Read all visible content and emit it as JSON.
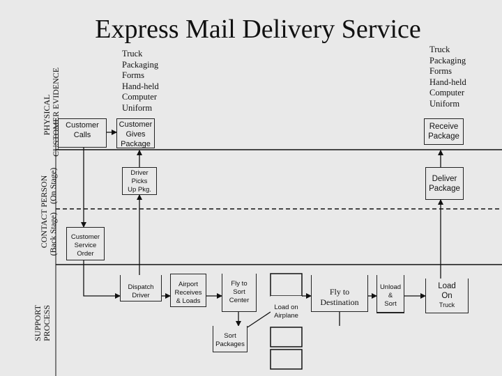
{
  "title": "Express Mail Delivery Service",
  "lanes": {
    "physical_evidence": [
      "PHYSICAL",
      "CUSTOMER",
      "EVIDENCE"
    ],
    "contact_person": [
      "CONTACT PERSON",
      "(On Stage)",
      "(Back Stage)"
    ],
    "support_process": [
      "SUPPORT",
      "PROCESS"
    ]
  },
  "evidence_left": [
    "Truck",
    "Packaging",
    "Forms",
    "Hand-held",
    "Computer",
    "Uniform"
  ],
  "evidence_right": [
    "Truck",
    "Packaging",
    "Forms",
    "Hand-held",
    "Computer",
    "Uniform"
  ],
  "steps": {
    "customer_calls": [
      "Customer",
      "Calls"
    ],
    "customer_gives": [
      "Customer",
      "Gives",
      "Package"
    ],
    "receive_package": [
      "Receive",
      "Package"
    ],
    "driver_picks": [
      "Driver",
      "Picks",
      "Up Pkg."
    ],
    "deliver_package": [
      "Deliver",
      "Package"
    ],
    "customer_service": [
      "Customer",
      "Service",
      "Order"
    ],
    "dispatch_driver": [
      "Dispatch",
      "Driver"
    ],
    "airport_receives": [
      "Airport",
      "Receives",
      "& Loads"
    ],
    "fly_sort_center": [
      "Fly to",
      "Sort",
      "Center"
    ],
    "load_on_airplane": [
      "Load on",
      "Airplane"
    ],
    "fly_destination": [
      "Fly to",
      "Destination"
    ],
    "unload_sort": [
      "Unload",
      "&",
      "Sort"
    ],
    "load_on_truck": [
      "Load",
      "On",
      "Truck"
    ],
    "sort_packages": [
      "Sort",
      "Packages"
    ]
  }
}
